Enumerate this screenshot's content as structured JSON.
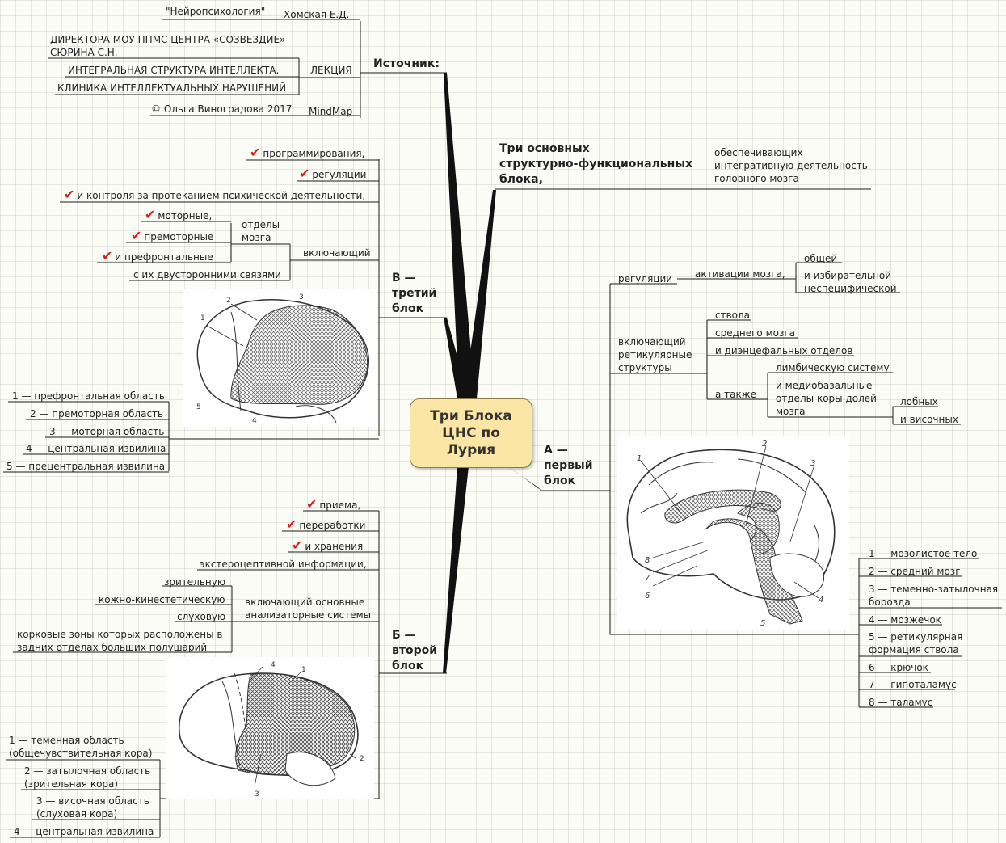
{
  "center": {
    "title_lines": [
      "Три Блока",
      "ЦНС по",
      "Лурия"
    ]
  },
  "source": {
    "label": "Источник:",
    "homskaya": "Хомская Е.Д.",
    "neuropsych": "\"Нейропсихология\"",
    "lecture": "ЛЕКЦИЯ",
    "director_1": "ДИРЕКТОРА МОУ ППМС ЦЕНТРА «СОЗВЕЗДИЕ»",
    "director_2": "СЮРИНА С.Н.",
    "integral": "ИНТЕГРАЛЬНАЯ  СТРУКТУРА ИНТЕЛЛЕКТА.",
    "clinic": "КЛИНИКА ИНТЕЛЛЕКТУАЛЬНЫХ НАРУШЕНИЙ",
    "mindmap": "MindMap",
    "copyright": "© Ольга Виноградова 2017"
  },
  "three_blocks": {
    "title_1": "Три основных",
    "title_2": "структурно-функциональных",
    "title_3": "блока,",
    "desc_1": "обеспечивающих",
    "desc_2": "интегративную деятельность",
    "desc_3": "головного мозга"
  },
  "block_c": {
    "title_1": "В —",
    "title_2": "третий",
    "title_3": "блок",
    "programming": "программирования,",
    "regulation": "регуляции",
    "control": "и контроля за протеканием психической деятельности,",
    "including": "включающий",
    "motor": "моторные,",
    "premotor": "премоторные",
    "prefrontal": "и префронтальные",
    "departments_1": "отделы",
    "departments_2": "мозга",
    "connections": "с их двусторонними связями",
    "legend": [
      "1 — префронтальная область",
      "2 — премоторная область",
      "3 — моторная область",
      "4 — центральная извилина",
      "5 — прецентральная извилина"
    ]
  },
  "block_a": {
    "title_1": "А —",
    "title_2": "первый",
    "title_3": "блок",
    "regulation": "регуляции",
    "activation": "активации мозга,",
    "general": "общей",
    "selective_1": "и избирательной",
    "selective_2": "неспецифической",
    "including_1": "включающий",
    "including_2": "ретикулярные",
    "including_3": "структуры",
    "stem": "ствола",
    "midbrain": "среднего мозга",
    "diencephalic": "и диэнцефальных отделов",
    "also": "а также",
    "limbic": "лимбическую систему",
    "mediobasal_1": "и медиобазальные",
    "mediobasal_2": "отделы коры долей",
    "mediobasal_3": "мозга",
    "frontal": "лобных",
    "temporal": "и височных",
    "legend": [
      "1 — мозолистое тело",
      "2 — средний мозг",
      "3 — теменно-затылочная",
      "борозда",
      "4 — мозжечок",
      "5 — ретикулярная",
      "формация ствола",
      "6 — крючок",
      "7 — гипоталамус",
      "8 — таламус"
    ]
  },
  "block_b": {
    "title_1": "Б —",
    "title_2": "второй",
    "title_3": "блок",
    "reception": "приема,",
    "processing": "переработки",
    "storage": "и хранения",
    "extero": "экстероцептивной информации,",
    "including_1": "включающий основные",
    "including_2": "анализаторные системы",
    "visual": "зрительную",
    "skin": "кожно-кинестетическую",
    "auditory": "слуховую",
    "cortical_1": "корковые зоны которых расположены в",
    "cortical_2": "задних отделах больших полушарий",
    "legend": [
      "1 — теменная область",
      "(общечувствительная кора)",
      "2 — затылочная область",
      "(зрительная кора)",
      "3 — височная область",
      "(слуховая кора)",
      "4 — центральная извилина"
    ]
  },
  "figure_numbers": [
    "1",
    "2",
    "3",
    "4",
    "5",
    "6",
    "7",
    "8"
  ],
  "check_glyph": "✔",
  "colors": {
    "center_fill": "#fbe6a5",
    "check": "#d42020",
    "line": "#1a1a1a"
  }
}
